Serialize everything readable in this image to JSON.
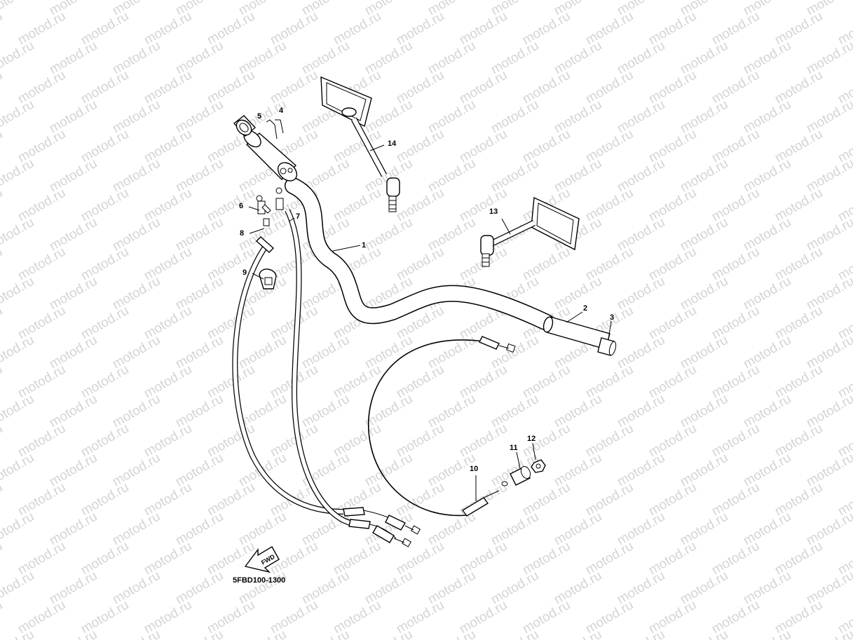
{
  "watermark": {
    "text": "motod.ru",
    "color": "#d4d4d4"
  },
  "diagram": {
    "code": "5FBD100-1300",
    "fwd_label": "FWD",
    "labels": [
      {
        "id": "p1",
        "text": "1"
      },
      {
        "id": "p2",
        "text": "2"
      },
      {
        "id": "p3",
        "text": "3"
      },
      {
        "id": "p4",
        "text": "4"
      },
      {
        "id": "p5",
        "text": "5"
      },
      {
        "id": "p6",
        "text": "6"
      },
      {
        "id": "p7",
        "text": "7"
      },
      {
        "id": "p8",
        "text": "8"
      },
      {
        "id": "p9",
        "text": "9"
      },
      {
        "id": "p10",
        "text": "10"
      },
      {
        "id": "p11",
        "text": "11"
      },
      {
        "id": "p12",
        "text": "12"
      },
      {
        "id": "p13",
        "text": "13"
      },
      {
        "id": "p14",
        "text": "14"
      }
    ]
  }
}
